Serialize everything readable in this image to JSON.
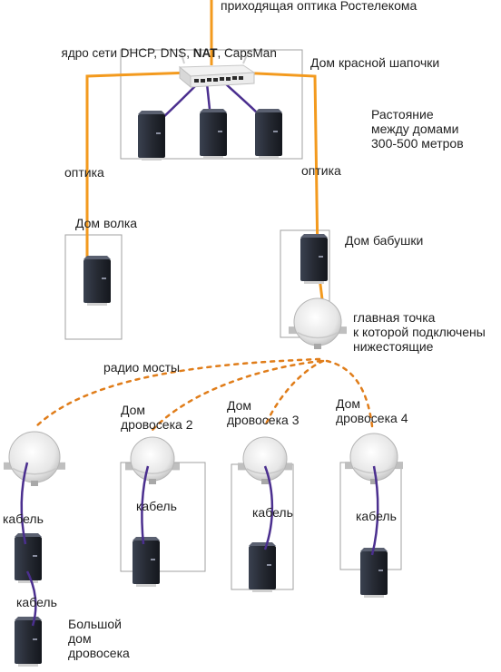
{
  "labels": {
    "incoming_fiber": "приходящая оптика Ростелекома",
    "core_prefix": "ядро сети DHCP, DNS, ",
    "core_nat": "NAT",
    "core_sep": ", ",
    "core_capsman": "CapsMan",
    "red_riding_hood_house": "Дом красной шапочки",
    "distance_note": "Растояние\nмежду домами\n300-500 метров",
    "fiber_left": "оптика",
    "fiber_right": "оптика",
    "wolf_house": "Дом волка",
    "grandma_house": "Дом бабушки",
    "main_point": "главная точка\nк которой подключены\nнижестоящие",
    "radio_bridges": "радио мосты",
    "woodcutter2": "Дом\nдровосека 2",
    "woodcutter3": "Дом\nдровосека 3",
    "woodcutter4": "Дом\nдровосека 4",
    "cable_a": "кабель",
    "cable_b": "кабель",
    "cable_c": "кабель",
    "cable_d": "кабель",
    "cable_e": "кабель",
    "big_woodcutter_house": "Большой\nдом\nдровосека"
  },
  "colors": {
    "fiber": "#f39a1e",
    "cable": "#4b2f8f",
    "radio": "#e07d1a",
    "router_body": "#2a2f3a",
    "house_frame": "#9a9a9a"
  }
}
